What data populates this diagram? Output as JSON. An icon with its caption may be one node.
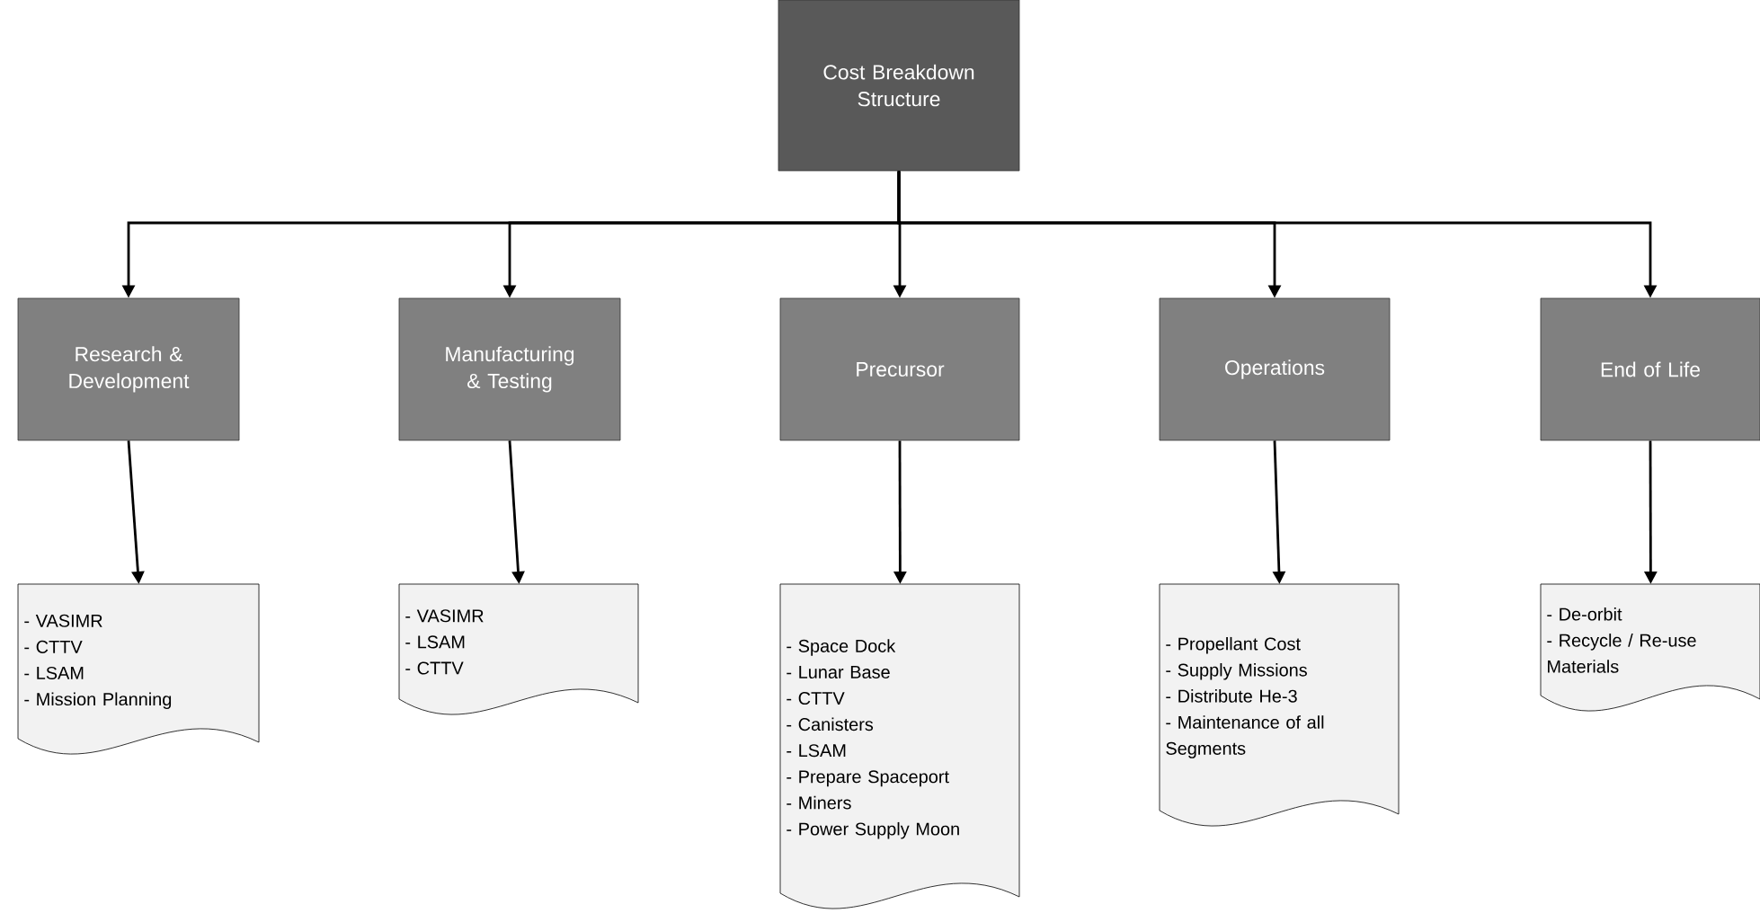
{
  "diagram": {
    "nodes": [
      {
        "text": [
          "Cost Breakdown Structure"
        ]
      },
      {
        "text": [
          "Research & Development"
        ]
      },
      {
        "text": [
          "Manufacturing & Testing"
        ]
      },
      {
        "text": [
          "Precursor"
        ]
      },
      {
        "text": [
          "Operations"
        ]
      },
      {
        "text": [
          "End of Life"
        ]
      },
      {
        "text": [
          "- VASIMR",
          "- CTTV",
          "- LSAM",
          "- Mission Planning"
        ]
      },
      {
        "text": [
          "- VASIMR",
          "- LSAM",
          "- CTTV"
        ]
      },
      {
        "text": [
          "- Space Dock",
          "- Lunar Base",
          "- CTTV",
          "- Canisters",
          "- LSAM",
          "- Prepare Spaceport",
          "- Miners",
          "- Power Supply Moon"
        ]
      },
      {
        "text": [
          "- Propellant Cost",
          "- Supply Missions",
          "- Distribute He-3",
          "- Maintenance of all Segments"
        ]
      },
      {
        "text": [
          "- De-orbit",
          "- Recycle / Re-use Materials"
        ]
      }
    ],
    "edges": [
      {
        "from": 0,
        "to": 1,
        "arrow": "to"
      },
      {
        "from": 0,
        "to": 2,
        "arrow": "to"
      },
      {
        "from": 0,
        "to": 3,
        "arrow": "to"
      },
      {
        "from": 0,
        "to": 4,
        "arrow": "to"
      },
      {
        "from": 0,
        "to": 5,
        "arrow": "to"
      },
      {
        "from": 1,
        "to": 6,
        "arrow": "to"
      },
      {
        "from": 2,
        "to": 7,
        "arrow": "to"
      },
      {
        "from": 3,
        "to": 8,
        "arrow": "to"
      },
      {
        "from": 4,
        "to": 9,
        "arrow": "to"
      },
      {
        "from": 5,
        "to": 10,
        "arrow": "to"
      }
    ]
  }
}
